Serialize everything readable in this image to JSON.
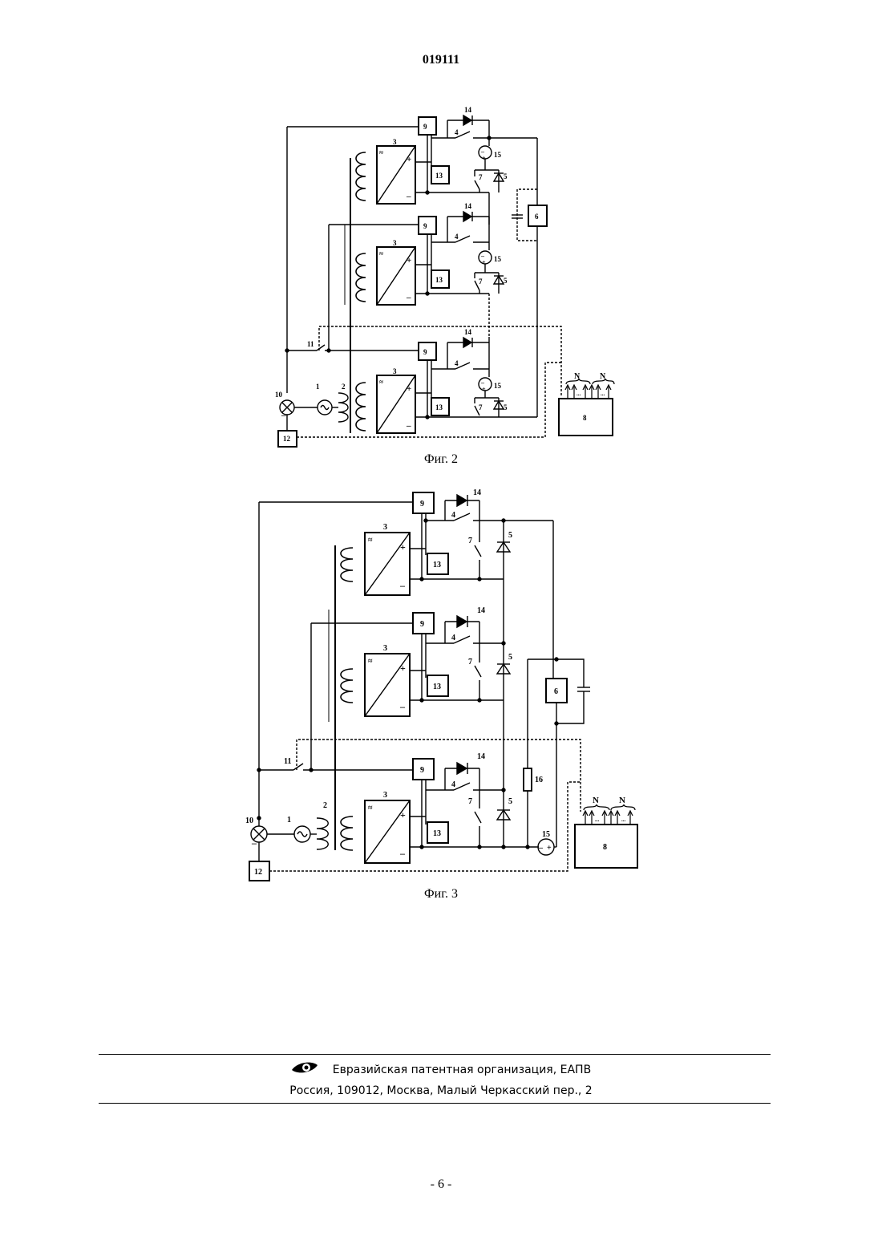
{
  "header": {
    "doc_number": "019111"
  },
  "fig2": {
    "caption": "Фиг. 2",
    "labels": {
      "source": "1",
      "transformer": "2",
      "converter": "3",
      "switch_series": "4",
      "diode_bypass": "5",
      "load_unit": "6",
      "switch_bypass": "7",
      "controller": "8",
      "control_unit": "9",
      "sensor": "10",
      "switch_main": "11",
      "sensor_unit": "12",
      "aux_unit": "13",
      "diode_reverse": "14",
      "source_dc": "15",
      "group_n": "N",
      "ellipsis": "..."
    }
  },
  "fig3": {
    "caption": "Фиг. 3",
    "labels": {
      "source": "1",
      "transformer": "2",
      "converter": "3",
      "switch_series": "4",
      "diode_bypass": "5",
      "load_unit": "6",
      "switch_bypass": "7",
      "controller": "8",
      "control_unit": "9",
      "sensor": "10",
      "switch_main": "11",
      "sensor_unit": "12",
      "aux_unit": "13",
      "diode_reverse": "14",
      "source_dc": "15",
      "resistor": "16",
      "group_n": "N",
      "ellipsis": "..."
    }
  },
  "footer": {
    "organization": "Евразийская патентная организация, ЕАПВ",
    "address": "Россия, 109012, Москва, Малый Черкасский пер., 2",
    "logo_icon": "eapo-eye-logo-icon"
  },
  "page_number": "- 6 -"
}
